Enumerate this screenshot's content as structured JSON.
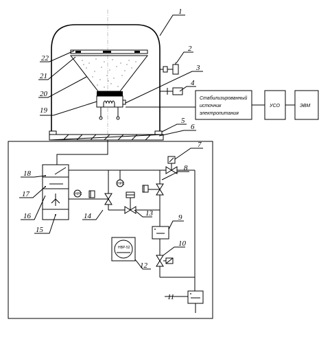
{
  "blocks": {
    "source_line1": "Стабилизированный",
    "source_line2": "источник",
    "source_line3": "электропитания",
    "uso": "УСО",
    "evm": "ЭВМ"
  },
  "gauges": {
    "vacuum_meter": "НВР-52",
    "small_gauge_a": "НРС",
    "small_gauge_b": "НРС"
  },
  "callouts": [
    "1",
    "2",
    "3",
    "4",
    "5",
    "6",
    "7",
    "8",
    "9",
    "10",
    "11",
    "12",
    "13",
    "14",
    "15",
    "16",
    "17",
    "18",
    "19",
    "20",
    "21",
    "22"
  ]
}
